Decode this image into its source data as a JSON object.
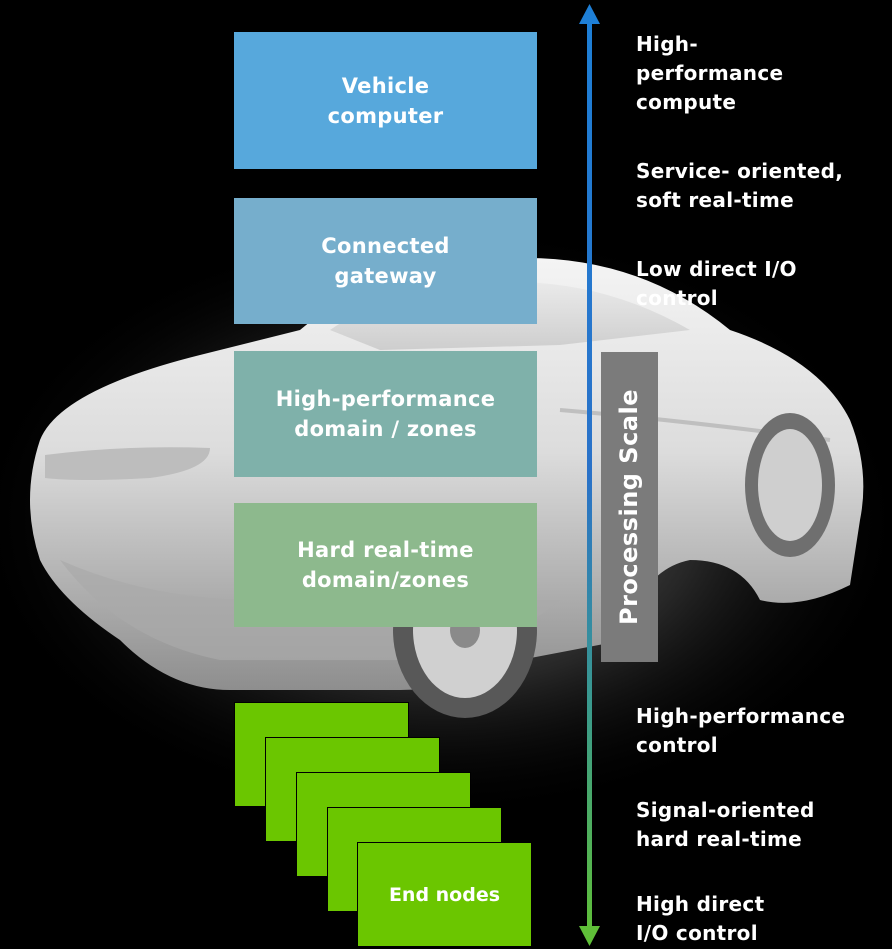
{
  "tiers": {
    "vehicle_computer": [
      "Vehicle",
      "computer"
    ],
    "connected_gateway": [
      "Connected",
      "gateway"
    ],
    "hp_domain": [
      "High-performance",
      "domain / zones"
    ],
    "hard_realtime": [
      "Hard real-time",
      "domain/zones"
    ]
  },
  "end_nodes": {
    "label": "End nodes",
    "count": 5
  },
  "processing_scale": {
    "label": "Processing Scale"
  },
  "characteristics_top": [
    [
      "High-",
      "performance",
      "compute"
    ],
    [
      "Service- oriented,",
      "soft real-time"
    ],
    [
      "Low direct I/O",
      "control"
    ]
  ],
  "characteristics_bottom": [
    [
      "High-performance",
      "control"
    ],
    [
      "Signal-oriented",
      "hard real-time"
    ],
    [
      "High direct",
      "I/O control"
    ]
  ],
  "colors": {
    "background": "#000000",
    "vehicle_computer": "#57a8dc",
    "connected_gateway": "#76aecc",
    "hp_domain": "#7fb1aa",
    "hard_realtime": "#8db98d",
    "end_nodes": "#6bc600",
    "scale_bar": "#7b7b7b",
    "arrow_top": "#1e7fd6",
    "arrow_bottom": "#5fbf38"
  }
}
